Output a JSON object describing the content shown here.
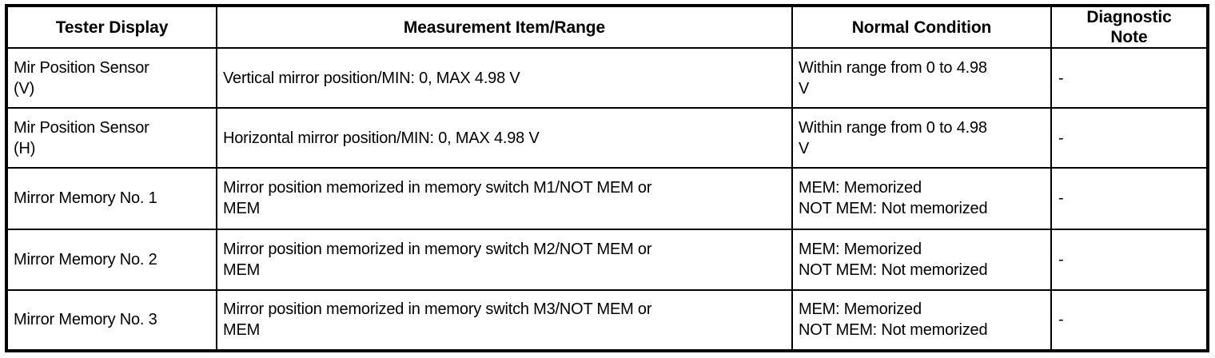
{
  "table": {
    "headers": [
      "Tester Display",
      "Measurement Item/Range",
      "Normal Condition",
      "Diagnostic\nNote"
    ],
    "rows": [
      {
        "tester_display": "Mir Position Sensor\n(V)",
        "measurement": "Vertical mirror position/MIN: 0, MAX 4.98 V",
        "normal_condition": "Within range from 0 to 4.98\nV",
        "diagnostic_note": "-"
      },
      {
        "tester_display": "Mir Position Sensor\n(H)",
        "measurement": "Horizontal mirror position/MIN: 0, MAX 4.98 V",
        "normal_condition": "Within range from 0 to 4.98\nV",
        "diagnostic_note": "-"
      },
      {
        "tester_display": "Mirror Memory No. 1",
        "measurement": "Mirror position memorized in memory switch M1/NOT MEM or\nMEM",
        "normal_condition": "MEM: Memorized\nNOT MEM: Not memorized",
        "diagnostic_note": "-"
      },
      {
        "tester_display": "Mirror Memory No. 2",
        "measurement": "Mirror position memorized in memory switch M2/NOT MEM or\nMEM",
        "normal_condition": "MEM: Memorized\nNOT MEM: Not memorized",
        "diagnostic_note": "-"
      },
      {
        "tester_display": "Mirror Memory No. 3",
        "measurement": "Mirror position memorized in memory switch M3/NOT MEM or\nMEM",
        "normal_condition": "MEM: Memorized\nNOT MEM: Not memorized",
        "diagnostic_note": "-"
      }
    ]
  },
  "colors": {
    "border": "#000000",
    "text": "#000000",
    "background": "#ffffff"
  }
}
